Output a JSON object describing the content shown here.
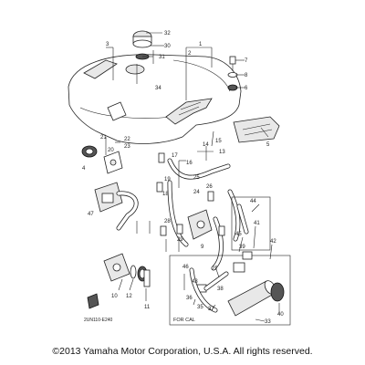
{
  "diagram": {
    "callouts": [
      "1",
      "2",
      "3",
      "4",
      "5",
      "6",
      "7",
      "8",
      "9",
      "10",
      "11",
      "12",
      "13",
      "14",
      "15",
      "16",
      "17",
      "18",
      "19",
      "20",
      "21",
      "22",
      "23",
      "24",
      "25",
      "26",
      "27",
      "28",
      "29",
      "30",
      "31",
      "32",
      "33",
      "34",
      "35",
      "36",
      "37",
      "38",
      "39",
      "40",
      "41",
      "42",
      "43",
      "44",
      "45",
      "46",
      "47"
    ],
    "drawing_code": "2UN110-E240",
    "region_label": "FOR CAL",
    "copyright": "©2013 Yamaha Motor Corporation, U.S.A. All rights reserved."
  }
}
